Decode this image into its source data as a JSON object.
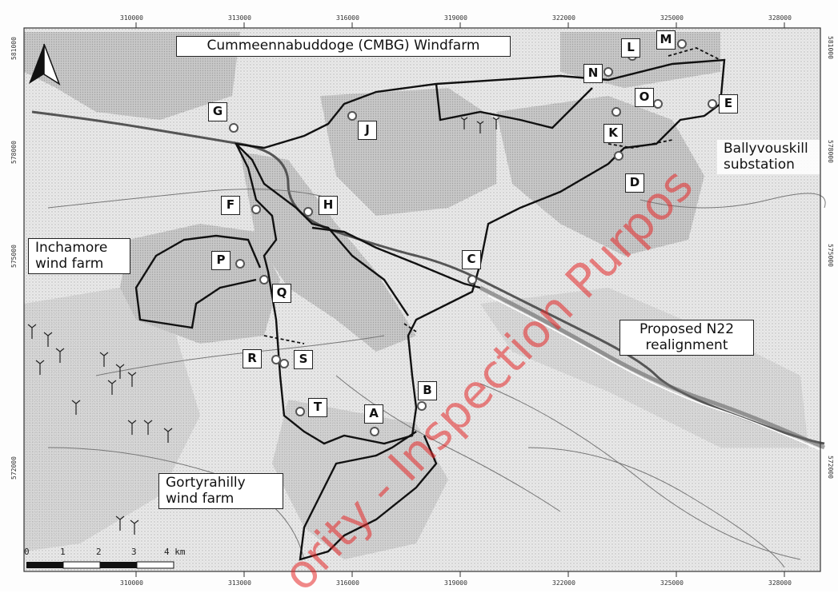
{
  "map": {
    "title_box": "Cummeennabuddoge (CMBG) Windfarm",
    "areas": {
      "inchamore": [
        "Inchamore",
        "wind farm"
      ],
      "gortyrahilly": [
        "Gortyrahilly",
        "wind farm"
      ],
      "ballyvouskill": [
        "Ballyvouskill",
        "substation"
      ],
      "n22": [
        "Proposed N22",
        "realignment"
      ]
    },
    "points": [
      "A",
      "B",
      "C",
      "D",
      "E",
      "F",
      "G",
      "H",
      "J",
      "K",
      "L",
      "M",
      "N",
      "O",
      "P",
      "Q",
      "R",
      "S",
      "T"
    ],
    "grid_x_labels": [
      "310000",
      "313000",
      "316000",
      "319000",
      "322000",
      "325000",
      "328000"
    ],
    "grid_y_labels": [
      "581000",
      "578000",
      "575000",
      "572000"
    ],
    "scale_bar": {
      "labels": [
        "0",
        "1",
        "2",
        "3",
        "4 km"
      ]
    },
    "watermark": "ority - Inspection Purpos",
    "colors": {
      "terrain": "#c9c9c9",
      "boundary": "#111111",
      "watermark": "#e62828"
    }
  }
}
